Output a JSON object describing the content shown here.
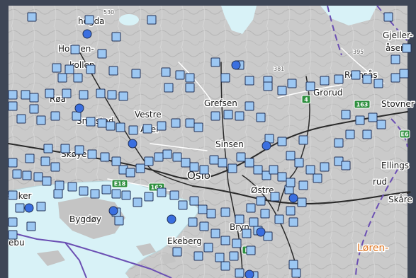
{
  "colors": {
    "frame": "#3e4656",
    "land": "#c9c9c9",
    "water": "#d8f2f7",
    "marker_fill": "#9cc7f2",
    "marker_stroke": "#1f2f55",
    "dot_fill": "#3a6fe0",
    "boundary": "#6b4fb3",
    "road_shield": "#2e8f3e"
  },
  "map_labels": [
    {
      "text": "hogda"
    },
    {
      "text": "Holmen-"
    },
    {
      "text": "kollen"
    },
    {
      "text": "Røa"
    },
    {
      "text": "Smestad"
    },
    {
      "text": "Vestre"
    },
    {
      "text": "Aker"
    },
    {
      "text": "Skøyen"
    },
    {
      "text": "saker"
    },
    {
      "text": "Bygdøy"
    },
    {
      "text": "ebu"
    },
    {
      "text": "Grefsen"
    },
    {
      "text": "Sinsen"
    },
    {
      "text": "Oslo"
    },
    {
      "text": "Østre"
    },
    {
      "text": "Bryn"
    },
    {
      "text": "Ekeberg"
    },
    {
      "text": "Grorud"
    },
    {
      "text": "Romsås"
    },
    {
      "text": "Stovner"
    },
    {
      "text": "Gjeller-"
    },
    {
      "text": "åsen"
    },
    {
      "text": "Ellings"
    },
    {
      "text": "rud"
    },
    {
      "text": "Skåre"
    },
    {
      "text": "Løren-"
    }
  ],
  "elevation_labels": [
    "530",
    "395",
    "381"
  ],
  "road_shields": [
    "E18",
    "162",
    "4",
    "163",
    "E6",
    "E6"
  ],
  "marker_icon": "square-marker-icon",
  "dot_icon": "circle-marker-icon"
}
